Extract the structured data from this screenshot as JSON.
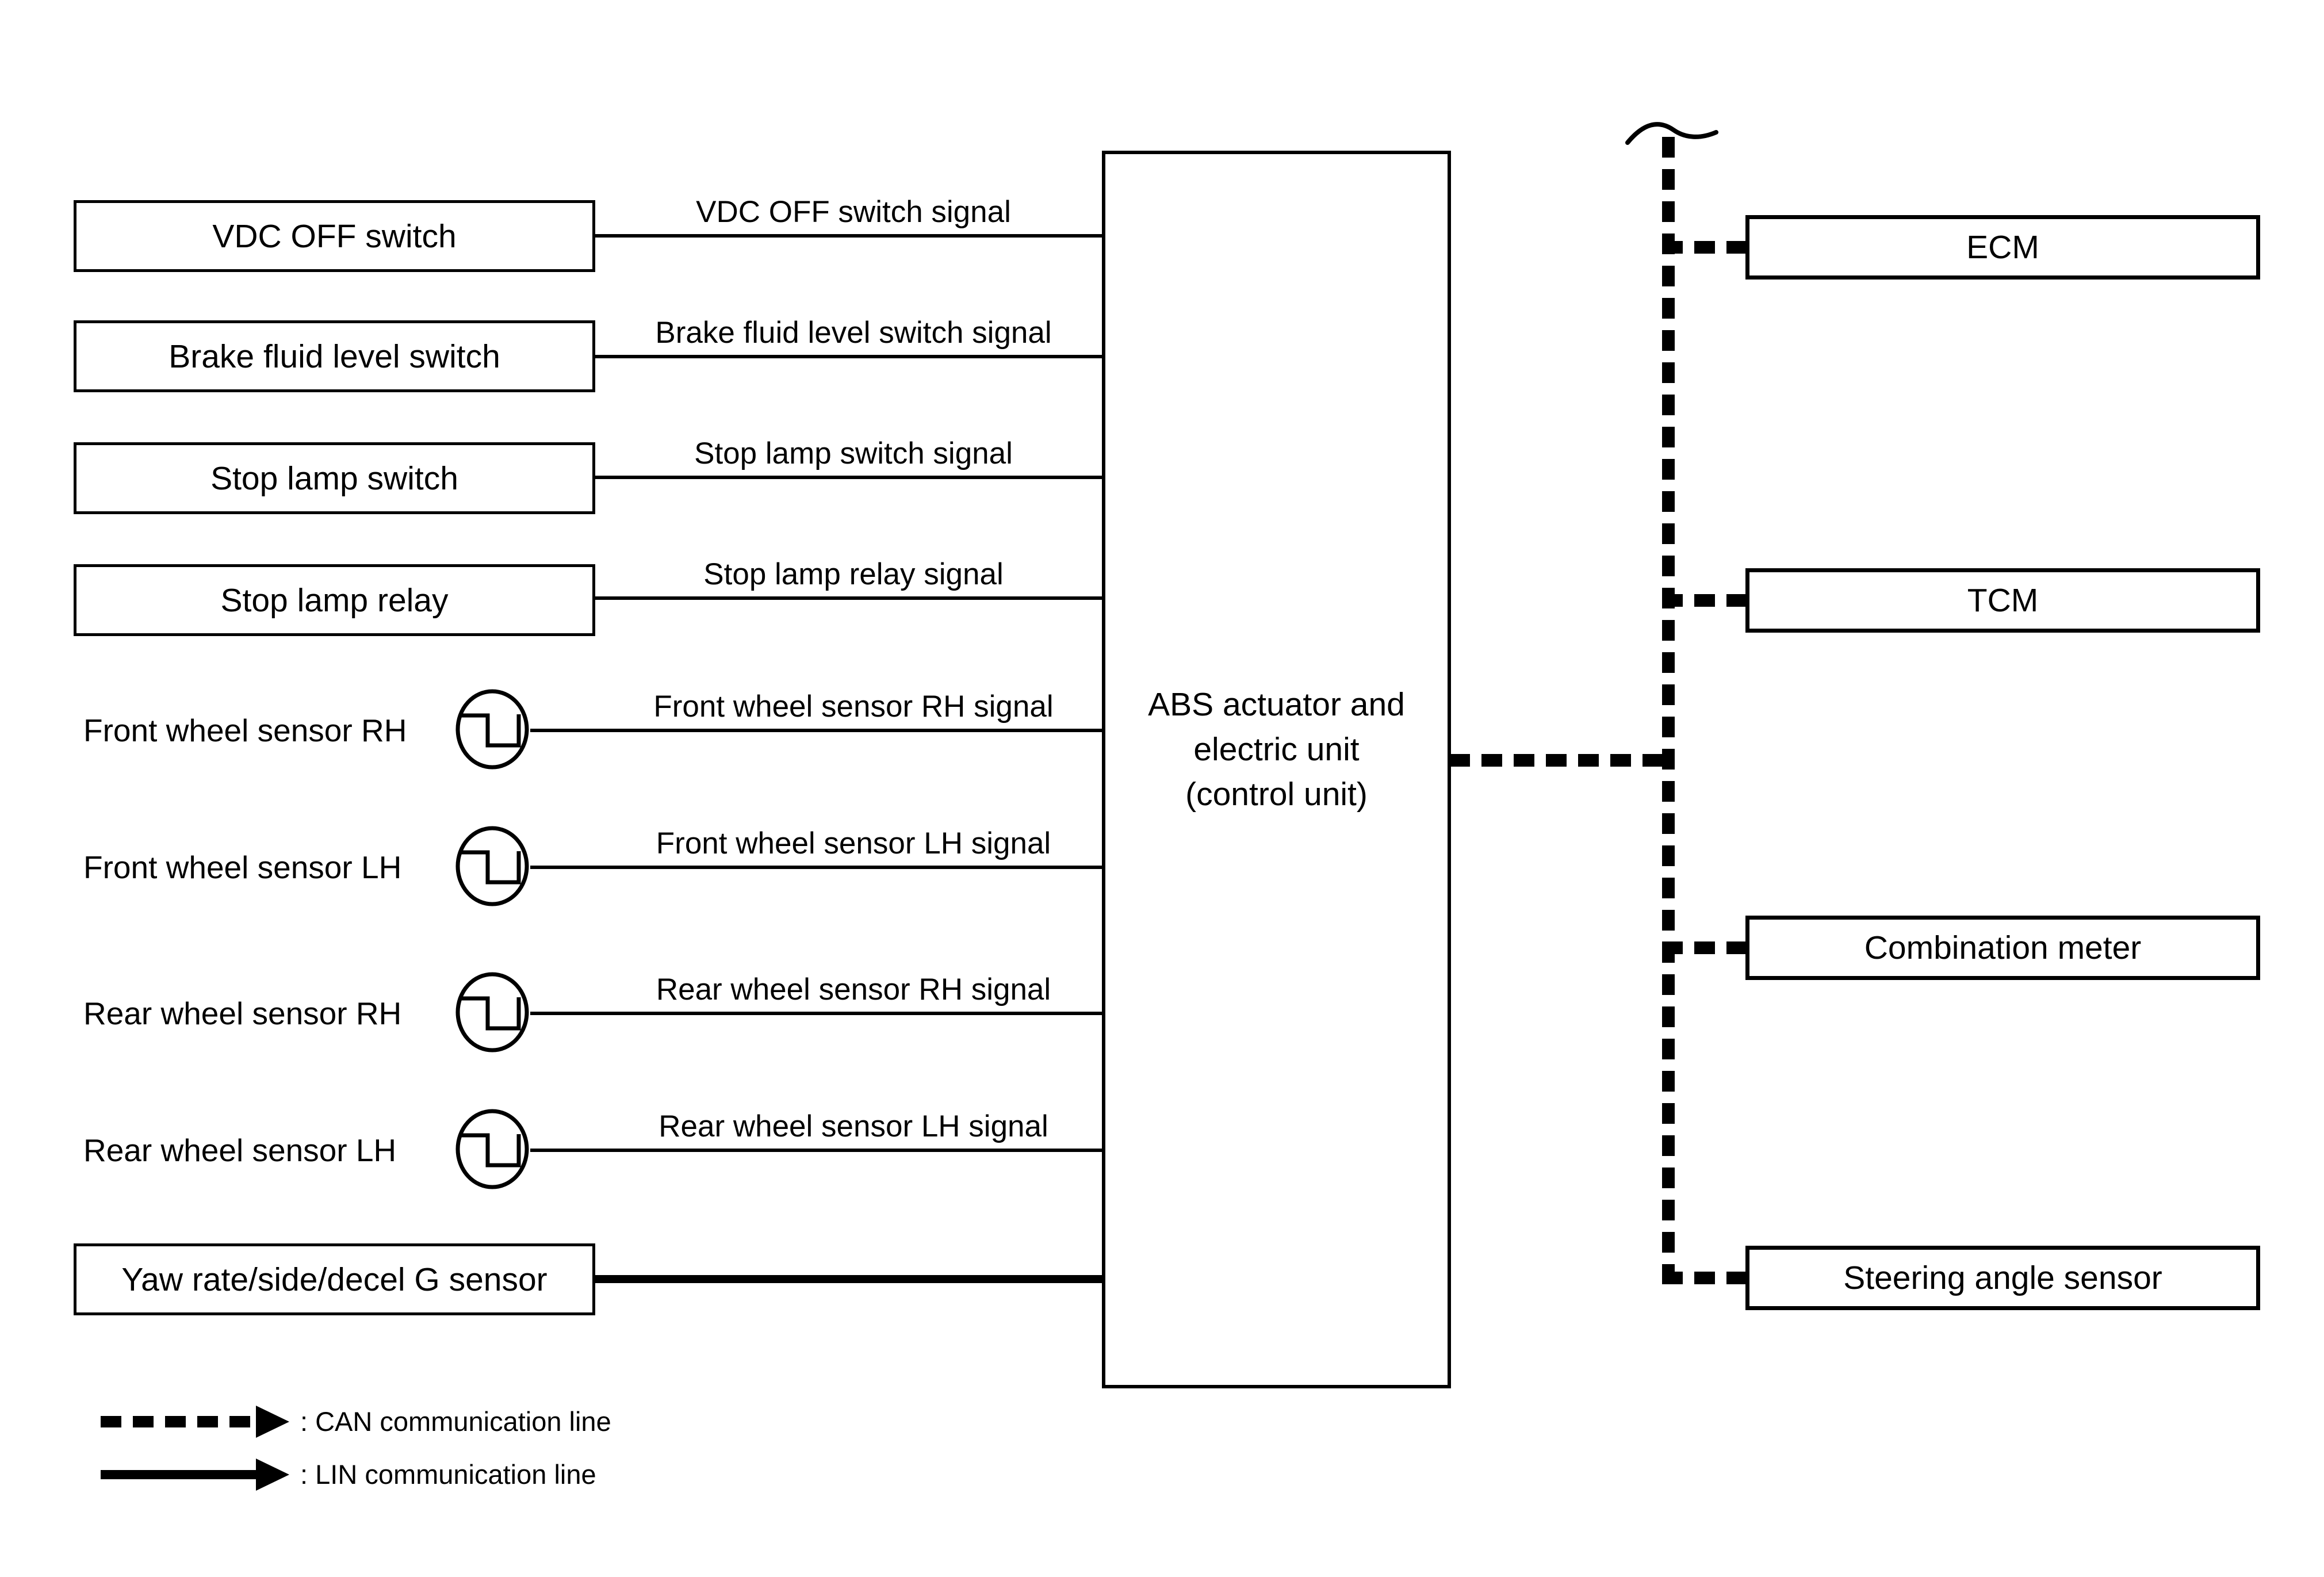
{
  "rows": [
    {
      "kind": "box",
      "label": "VDC OFF switch",
      "signal": "VDC OFF switch signal"
    },
    {
      "kind": "box",
      "label": "Brake fluid level switch",
      "signal": "Brake fluid level switch signal"
    },
    {
      "kind": "box",
      "label": "Stop lamp switch",
      "signal": "Stop lamp switch signal"
    },
    {
      "kind": "box",
      "label": "Stop lamp relay",
      "signal": "Stop lamp relay signal"
    },
    {
      "kind": "sensor",
      "label": "Front wheel sensor RH",
      "signal": "Front wheel sensor RH signal"
    },
    {
      "kind": "sensor",
      "label": "Front wheel sensor LH",
      "signal": "Front wheel sensor LH signal"
    },
    {
      "kind": "sensor",
      "label": "Rear wheel sensor RH",
      "signal": "Rear wheel sensor RH signal"
    },
    {
      "kind": "sensor",
      "label": "Rear wheel sensor LH",
      "signal": "Rear wheel sensor LH signal"
    },
    {
      "kind": "box-lin",
      "label": "Yaw rate/side/decel G sensor",
      "signal": ""
    }
  ],
  "abs_unit": {
    "line1": "ABS actuator and",
    "line2": "electric unit",
    "line3": "(control unit)"
  },
  "modules": [
    {
      "label": "ECM"
    },
    {
      "label": "TCM"
    },
    {
      "label": "Combination meter"
    },
    {
      "label": "Steering angle sensor"
    }
  ],
  "legend": [
    {
      "style": "can",
      "label": ": CAN communication line"
    },
    {
      "style": "lin",
      "label": ": LIN communication line"
    }
  ],
  "colors": {
    "ink": "#000000",
    "paper": "#ffffff"
  }
}
